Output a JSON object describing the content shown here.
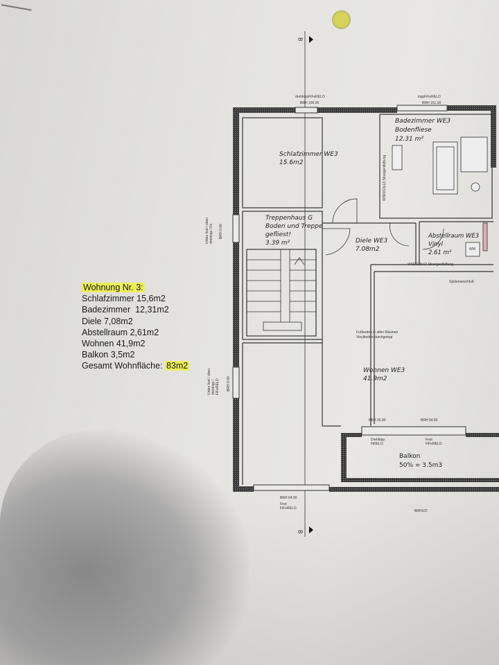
{
  "summary": {
    "title": "Wohnung Nr. 3:",
    "items": [
      "Schlafzimmer 15,6m2",
      "Badezimmer  12,31m2",
      "Diele 7,08m2",
      "Abstellraum 2,61m2",
      "Wohnen 41,9m2",
      "Balkon 3,5m2"
    ],
    "total_label": "Gesamt Wohnfläche:",
    "total_value": "83m2"
  },
  "plan": {
    "section_marker": "B",
    "rooms": {
      "schlafzimmer": {
        "name": "Schlafzimmer WE3",
        "area": "15.6m2"
      },
      "bad": {
        "name": "Badezimmer WE3",
        "floor": "Bodenfliese",
        "area": "12.31 m²"
      },
      "treppenhaus": {
        "name": "Treppenhaus G",
        "floor1": "Boden und Treppe",
        "floor2": "gefliest!",
        "area": "3.39 m²"
      },
      "diele": {
        "name": "Diele WE3",
        "area": "7.08m2"
      },
      "abstellraum": {
        "name": "Abstellraum WE3",
        "floor": "Vinyl",
        "area": "2.61 m²",
        "appliance": "WM"
      },
      "wohnen": {
        "name": "Wohnen WE3",
        "area": "41.9m2"
      },
      "balkon": {
        "name": "Balkon",
        "area": "50% = 3.5m3"
      }
    },
    "notes": {
      "window_top_left_type": "drehkippFiFeRELO",
      "window_top_left_brh": "BRH 100.00",
      "window_top_right_type": "kippFiFeRELO",
      "window_top_right_brh": "BRH 151.00",
      "left_window_1": "Unten fest / oben drehkipp / Fe",
      "left_window_1_brh": "BRH 0.00",
      "left_window_2": "Unten fest / oben drehkipp / FiFeRELO",
      "left_window_2_brh": "BRH 0.00",
      "vent_horizontal": "WSD013x13 Strangentlüftung",
      "vent_vertical": "WSD013x13 Strangentlüftung",
      "sink": "Spülenanschluß",
      "floor_note_1": "Fußboden in allen Räumen",
      "floor_note_2": "Vinylboden durchgelegt",
      "balcony_brh_left": "BRH 25.00",
      "balcony_brh_right": "BRH 64.00",
      "balcony_window_left_1": "Drehkipp",
      "balcony_window_left_2": "FiRELO",
      "balcony_window_right_1": "Fest",
      "balcony_window_right_2": "FiFeRELO",
      "bottom_brh": "BRH 64.00",
      "bottom_window_1": "Fest",
      "bottom_window_2": "FiFeRELO",
      "bottom_right_brh": "BRH107"
    }
  }
}
